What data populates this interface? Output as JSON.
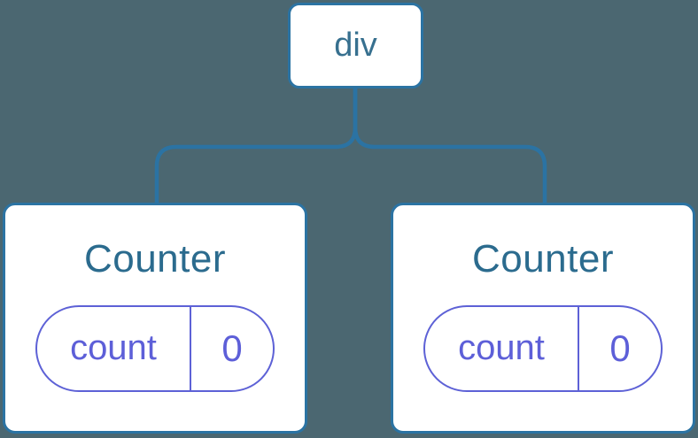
{
  "diagram": {
    "background_color": "#4b6771",
    "root": {
      "label": "div"
    },
    "children": [
      {
        "title": "Counter",
        "state": {
          "key": "count",
          "value": "0"
        }
      },
      {
        "title": "Counter",
        "state": {
          "key": "count",
          "value": "0"
        }
      }
    ],
    "colors": {
      "node_border": "#2b73a3",
      "node_fill": "#ffffff",
      "root_label_text": "#37708f",
      "child_title_text": "#2b6b8e",
      "connector_line": "#2b73a3",
      "state_pill_accent": "#5d5fd8"
    }
  }
}
